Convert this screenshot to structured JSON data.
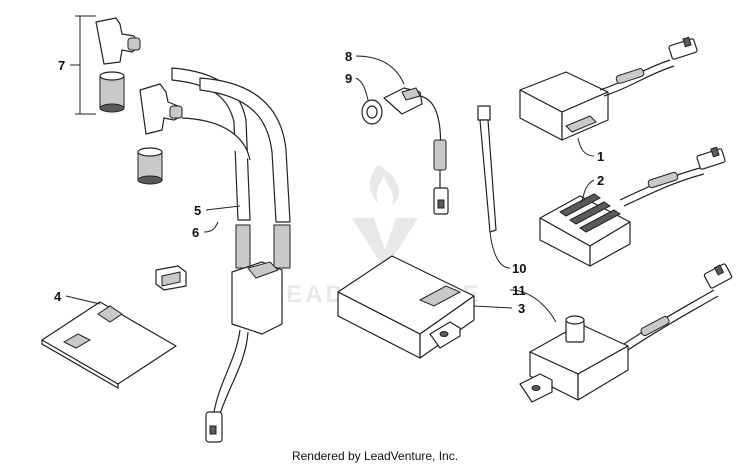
{
  "callouts": [
    "1",
    "2",
    "3",
    "4",
    "5",
    "6",
    "7",
    "8",
    "9",
    "10",
    "11"
  ],
  "watermark": "LEADVENTURE",
  "footer": "Rendered by LeadVenture, Inc."
}
